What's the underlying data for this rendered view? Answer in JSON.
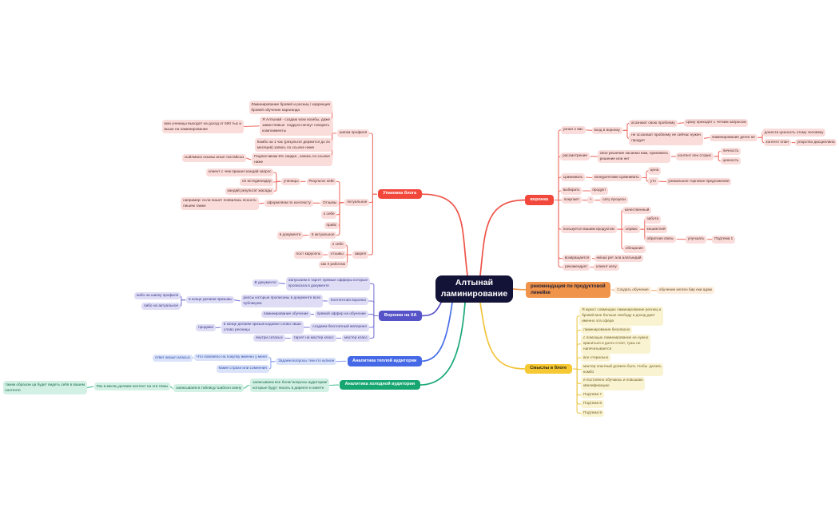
{
  "app": {
    "name": "mind map",
    "background": "#ffffff"
  },
  "map": {
    "root": {
      "text": "Алтынай\nламинирование"
    },
    "branches": [
      {
        "label": "Упаковка блога",
        "color": "#f2473b",
        "children": [
          {
            "text": "шапка профиля",
            "children": [
              {
                "text": "Ламинирование бровей и ресниц / коррекция\nбровей обучение караганда"
              },
              {
                "text": "Я Алтынай - создаю wow изгибы, даже\nзавистливые  подруги начнут говорить\nкомплименты",
                "children": [
                  {
                    "text": "мои ученицы выходят на доход от 500 тыс и\nвыше на ламинирование"
                  }
                ]
              },
              {
                "text": "Комбо за 1 час (результат держится до 2х\nмесяцев) запись по ссылке ниже"
              },
              {
                "text": "Подписчикам 5% скидка , запись по ссылке\nниже",
                "children": [
                  {
                    "text": "сыйлмаса осымы алып тастайсыз"
                  }
                ]
              }
            ]
          },
          {
            "text": "Актуальное",
            "children": [
              {
                "text": "Результат кейс",
                "children": [
                  {
                    "text": "ученицы",
                    "children": [
                      {
                        "text": "клиент с чем пришел кандай запрос"
                      },
                      {
                        "text": "не истединиздер"
                      },
                      {
                        "text": "кандай результат жасады"
                      }
                    ]
                  }
                ]
              },
              {
                "text": "Отзывы",
                "children": [
                  {
                    "text": "оформляем по контексту",
                    "children": [
                      {
                        "text": "например: если пишет появилась ясность\nпишем также"
                      }
                    ]
                  }
                ]
              },
              {
                "text": "о себе"
              },
              {
                "text": "прайс"
              },
              {
                "text": "5 актуальное",
                "children": [
                  {
                    "text": "в документе"
                  }
                ]
              }
            ]
          },
          {
            "text": "закреп",
            "children": [
              {
                "text": "о себе"
              },
              {
                "text": "отзывы",
                "children": [
                  {
                    "text": "пост карусель"
                  }
                ]
              },
              {
                "text": "как я работаю"
              }
            ]
          }
        ]
      },
      {
        "label": "Воронки на ХА",
        "color": "#5553c7",
        "children": [
          {
            "text": "Запускаем в таргет прямые офферы которые\nпрописала в документе",
            "children": [
              {
                "text": "В документе"
              }
            ]
          },
          {
            "text": "Контентная воронка",
            "children": [
              {
                "text": "рилсы которые прописаны в документе всех\nпубликуем",
                "children": [
                  {
                    "text": "в конце делаем призывы",
                    "children": [
                      {
                        "text": "либо на шапку профиля"
                      },
                      {
                        "text": "либо на актуальное"
                      }
                    ]
                  }
                ]
              }
            ]
          },
          {
            "text": "прямой оффер на обучение",
            "children": [
              {
                "text": "ламинирование обучение"
              }
            ]
          },
          {
            "text": "создаем бесплатный материал",
            "children": [
              {
                "text": "в конце делаем призыв кодовое слово пиши\nслово ресницы",
                "children": [
                  {
                    "text": "продажа"
                  }
                ]
              }
            ]
          },
          {
            "text": "мастер класс",
            "children": [
              {
                "text": "таргет на мастер класс",
                "children": [
                  {
                    "text": "внутри сатасыз"
                  }
                ]
              }
            ]
          }
        ]
      },
      {
        "label": "Аналитика теплой аудитории",
        "color": "#4569e6",
        "children": [
          {
            "text": "Задаем вопросы тем кто купили",
            "children": [
              {
                "text": "Что повлияло на покупку именно у меня",
                "children": [
                  {
                    "text": "ответ жазып аласыз"
                  }
                ]
              },
              {
                "text": "Какие страхи или сомнения"
              }
            ]
          }
        ]
      },
      {
        "label": "Аналитика холодной аудитории",
        "color": "#16a671",
        "children": [
          {
            "text": "записываем все боли/ вопросы аудитории/\nкоторые будут писать в директе и анкете",
            "children": [
              {
                "text": "записываем в таблицу/ шаблон скину",
                "children": [
                  {
                    "text": "Раз в месяц делаем контент на эти темы",
                    "children": [
                      {
                        "text": "таким образом ца будет видеть себя в вашем\nконтенте"
                      }
                    ]
                  }
                ]
              }
            ]
          }
        ]
      },
      {
        "label": "воронка",
        "color": "#f2473b",
        "children": [
          {
            "text": "узнал о вас",
            "children": [
              {
                "text": "вход в воронку",
                "children": [
                  {
                    "text": "осознают свою проблему",
                    "children": [
                      {
                        "text": "сразу приходят с четким запросом"
                      }
                    ]
                  },
                  {
                    "text": "не осознают проблему не сейчас нужен\nпродукт",
                    "children": [
                      {
                        "text": "ламинирование деген не",
                        "children": [
                          {
                            "text": "донести ценность этому человеку"
                          },
                          {
                            "text": "контент план",
                            "children": [
                              {
                                "text": "упорство дисциплина"
                              }
                            ]
                          }
                        ]
                      }
                    ]
                  }
                ]
              }
            ]
          },
          {
            "text": "рассмотрение",
            "children": [
              {
                "text": "свое решение касаемо вам, принимать\nрешение или нет",
                "children": [
                  {
                    "text": "контент пен сторис",
                    "children": [
                      {
                        "text": "личность"
                      },
                      {
                        "text": "ценность"
                      }
                    ]
                  }
                ]
              }
            ]
          },
          {
            "text": "сравнивать",
            "children": [
              {
                "text": "конкурентами сравнивать",
                "children": [
                  {
                    "text": "цена"
                  },
                  {
                    "text": "утп",
                    "children": [
                      {
                        "text": "уникальное торговое предложение"
                      }
                    ]
                  }
                ]
              }
            ]
          },
          {
            "text": "выбирать",
            "children": [
              {
                "text": "продукт"
              }
            ]
          },
          {
            "text": "покупает",
            "children": [
              {
                "text": "+",
                "children": [
                  {
                    "text": "сату процеси"
                  }
                ]
              }
            ]
          },
          {
            "text": "пользуется вашим продуктом",
            "children": [
              {
                "text": "качественный"
              },
              {
                "text": "сервис",
                "children": [
                  {
                    "text": "забота"
                  },
                  {
                    "text": "кешиктпей"
                  },
                  {
                    "text": "обратная связь",
                    "children": [
                      {
                        "text": "улучшать",
                        "children": [
                          {
                            "text": "Подтема 1"
                          }
                        ]
                      }
                    ]
                  }
                ]
              },
              {
                "text": "обещание"
              }
            ]
          },
          {
            "text": "возвращается",
            "children": [
              {
                "text": "екінші рет ала алатындай"
              }
            ]
          },
          {
            "text": "рекомендует",
            "children": [
              {
                "text": "клиент келу"
              }
            ]
          }
        ]
      },
      {
        "label": "рекомендация по продуктовой\nлинейке",
        "color": "#f0944b",
        "children": [
          {
            "text": "Создать обучение",
            "children": [
              {
                "text": "обучение келген бир еки адам"
              }
            ]
          }
        ]
      },
      {
        "label": "Смыслы в блоге",
        "color": "#f6c833",
        "children": [
          {
            "text": "Я юрист совмещаю ламинирование ресниц и\nбровей мне больше свободу и доход дает\nименно эта сфера"
          },
          {
            "text": "ламинирование безопасно"
          },
          {
            "text": "с помощью ламинирование не нужно\nкраситься и долго стоят, тушь не\nнапечатывается"
          },
          {
            "text": "все стерильно"
          },
          {
            "text": "мастер опытный должен быть чтобы  делать\nкомбо"
          },
          {
            "text": "я постоянно обучаюсь и повышаю\nквалификацию"
          },
          {
            "text": "Подтема 7"
          },
          {
            "text": "Подтема 8"
          },
          {
            "text": "Подтема 9"
          }
        ]
      }
    ]
  },
  "palette": {
    "packaging": {
      "topic": "#f2473b",
      "node_fill": "#fadddb",
      "text": "#512a26",
      "line": "#ee7168"
    },
    "funnels-ha": {
      "topic": "#5553c7",
      "node_fill": "#deddf5",
      "text": "#3b3884",
      "line": "#7c7ad8"
    },
    "warm-audience": {
      "topic": "#4569e6",
      "node_fill": "#dbe3fa",
      "text": "#2d4cab",
      "line": "#92a8f1"
    },
    "cold-audience": {
      "topic": "#16a671",
      "node_fill": "#d3f0e4",
      "text": "#12684a",
      "line": "#4dbf97"
    },
    "funnel": {
      "topic": "#f2473b",
      "node_fill": "#fadddb",
      "text": "#512a26",
      "line": "#ee7168"
    },
    "product-line": {
      "topic": "#f0944b",
      "node_fill": "#fcecdb",
      "text": "#664a27",
      "line": "#f2a96c"
    },
    "blog-meanings": {
      "topic": "#f6c833",
      "node_fill": "#faf3d2",
      "text": "#6d5d22",
      "line": "#edc94d"
    }
  },
  "center_style": {
    "fill": "#131237",
    "text_color": "#ffffff"
  }
}
